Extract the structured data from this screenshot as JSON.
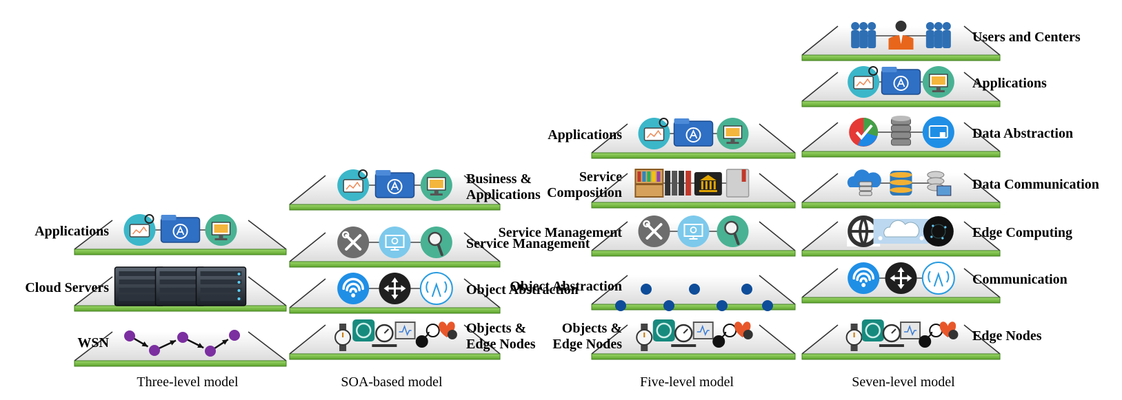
{
  "models": [
    {
      "caption": "Three-level model",
      "layers": [
        {
          "label": "Applications",
          "icons": [
            "cloud-monitor-icon",
            "app-folder-icon",
            "desktop-icon"
          ]
        },
        {
          "label": "Cloud Servers",
          "icons": [
            "server-icon",
            "server-icon",
            "server-icon"
          ]
        },
        {
          "label": "WSN",
          "icons": [
            "sensor-network-icon"
          ]
        }
      ]
    },
    {
      "caption": "SOA-based model",
      "layers": [
        {
          "label": "Business &",
          "label2": "Applications",
          "icons": [
            "cloud-monitor-icon",
            "app-folder-icon",
            "desktop-icon"
          ]
        },
        {
          "label": "Service Management",
          "icons": [
            "tools-icon",
            "monitor-settings-icon",
            "magnifier-icon"
          ]
        },
        {
          "label": "Object Abstraction",
          "icons": [
            "wifi-icon",
            "move-arrows-icon",
            "antenna-icon"
          ]
        },
        {
          "label": "Objects &",
          "label2": "Edge Nodes",
          "icons": [
            "watch-icon",
            "camera-icon",
            "gauge-icon",
            "monitor-icon",
            "blood-pressure-icon",
            "heart-icon"
          ]
        }
      ]
    },
    {
      "caption": "Five-level model",
      "layers": [
        {
          "label": "Applications",
          "icons": [
            "cloud-monitor-icon",
            "app-folder-icon",
            "desktop-icon"
          ]
        },
        {
          "label": "Service",
          "label2": "Composition",
          "icons": [
            "bookshelf-icon",
            "books-icon",
            "bank-icon",
            "book-icon"
          ]
        },
        {
          "label": "Service Management",
          "icons": [
            "tools-icon",
            "monitor-settings-icon",
            "magnifier-icon"
          ]
        },
        {
          "label": "Object Abstraction",
          "icons": [
            "node-network-icon"
          ]
        },
        {
          "label": "Objects &",
          "label2": "Edge Nodes",
          "icons": [
            "watch-icon",
            "camera-icon",
            "gauge-icon",
            "monitor-icon",
            "blood-pressure-icon",
            "heart-icon"
          ]
        }
      ]
    },
    {
      "caption": "Seven-level model",
      "layers": [
        {
          "label": "Users and Centers",
          "icons": [
            "users-group-icon",
            "user-icon",
            "users-group-icon"
          ]
        },
        {
          "label": "Applications",
          "icons": [
            "cloud-monitor-icon",
            "app-folder-icon",
            "desktop-icon"
          ]
        },
        {
          "label": "Data Abstraction",
          "icons": [
            "pie-chart-icon",
            "database-icon",
            "secure-card-icon"
          ]
        },
        {
          "label": "Data Communication",
          "icons": [
            "cloud-database-icon",
            "database-stack-icon",
            "server-disks-icon"
          ]
        },
        {
          "label": "Edge Computing",
          "icons": [
            "globe-icon",
            "cloud-network-icon",
            "network-node-icon"
          ]
        },
        {
          "label": "Communication",
          "icons": [
            "wifi-icon",
            "move-arrows-icon",
            "antenna-icon"
          ]
        },
        {
          "label": "Edge Nodes",
          "icons": [
            "watch-icon",
            "camera-icon",
            "gauge-icon",
            "monitor-icon",
            "blood-pressure-icon",
            "heart-icon"
          ]
        }
      ]
    }
  ],
  "colors": {
    "platform_green": "#7ac143",
    "platform_edge": "#3f7d1e",
    "platform_top": "#f2f2f2"
  }
}
